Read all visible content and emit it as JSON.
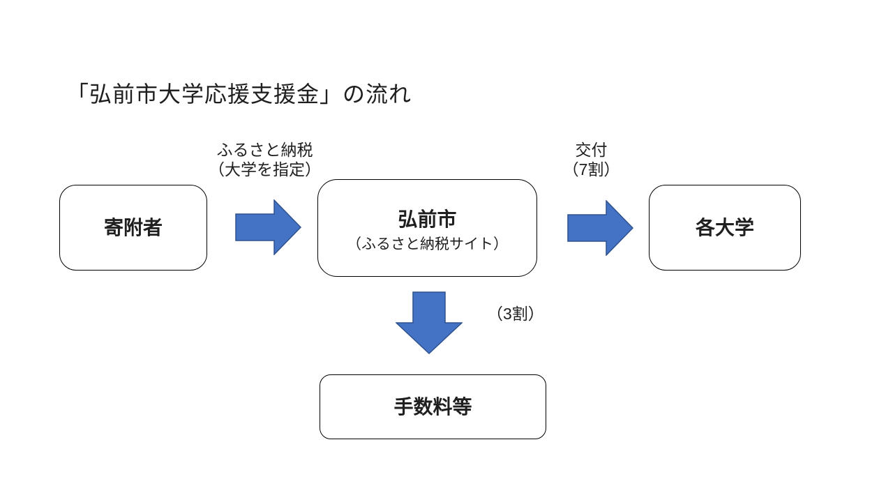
{
  "colors": {
    "page_bg": "#ffffff",
    "text_color": "#1f1f1f",
    "arrow_fill": "#4472c4",
    "arrow_stroke": "#2f528f",
    "box_border": "#000000"
  },
  "title": "「弘前市大学応援支援金」の流れ",
  "nodes": {
    "donor": {
      "label": "寄附者"
    },
    "city": {
      "label": "弘前市",
      "sublabel": "（ふるさと納税サイト）"
    },
    "universities": {
      "label": "各大学"
    },
    "fees": {
      "label": "手数料等"
    }
  },
  "edges": {
    "donor_to_city": {
      "line1": "ふるさと納税",
      "line2": "（大学を指定）"
    },
    "city_to_universities": {
      "line1": "交付",
      "line2": "（7割）"
    },
    "city_to_fees": {
      "label": "（3割）"
    }
  }
}
